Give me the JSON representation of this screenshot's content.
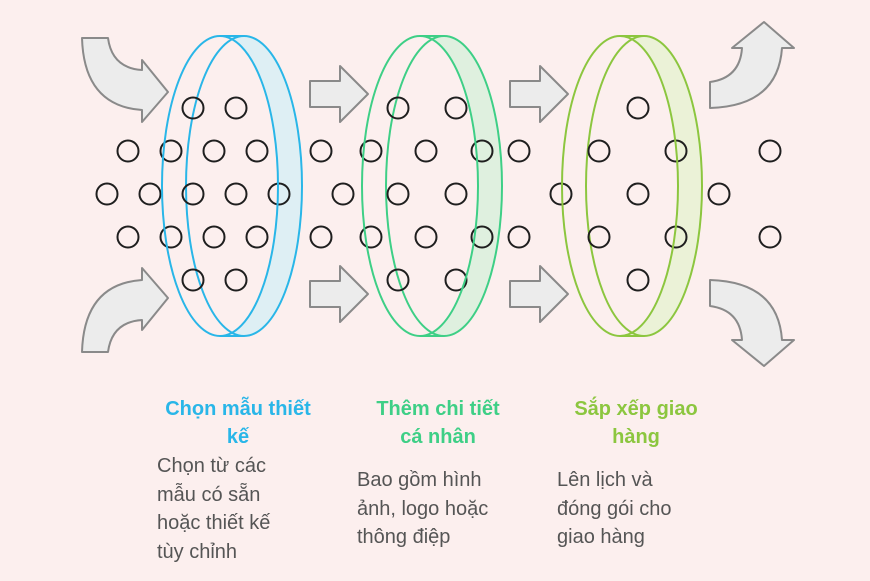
{
  "colors": {
    "background": "#fcefee",
    "arrow_fill": "#ececec",
    "arrow_stroke": "#8a8a8a",
    "dot_stroke": "#1f1f1f",
    "description_text": "#555555"
  },
  "stages": [
    {
      "title_line1": "Chọn mẫu thiết",
      "title_line2": "kế",
      "color": "#29b6e8",
      "ring_fill": "#d8eef5",
      "desc_lines": [
        "Chọn từ các",
        "mẫu có sẵn",
        "hoặc thiết kế",
        "tùy chỉnh"
      ]
    },
    {
      "title_line1": "Thêm chi tiết",
      "title_line2": "cá nhân",
      "color": "#3ecf86",
      "ring_fill": "#d9f0dc",
      "desc_lines": [
        "Bao gồm hình",
        "ảnh, logo hoặc",
        "thông điệp"
      ]
    },
    {
      "title_line1": "Sắp xếp giao",
      "title_line2": "hàng",
      "color": "#8cc63f",
      "ring_fill": "#e8f2d2",
      "desc_lines": [
        "Lên lịch và",
        "đóng gói cho",
        "giao hàng"
      ]
    }
  ]
}
